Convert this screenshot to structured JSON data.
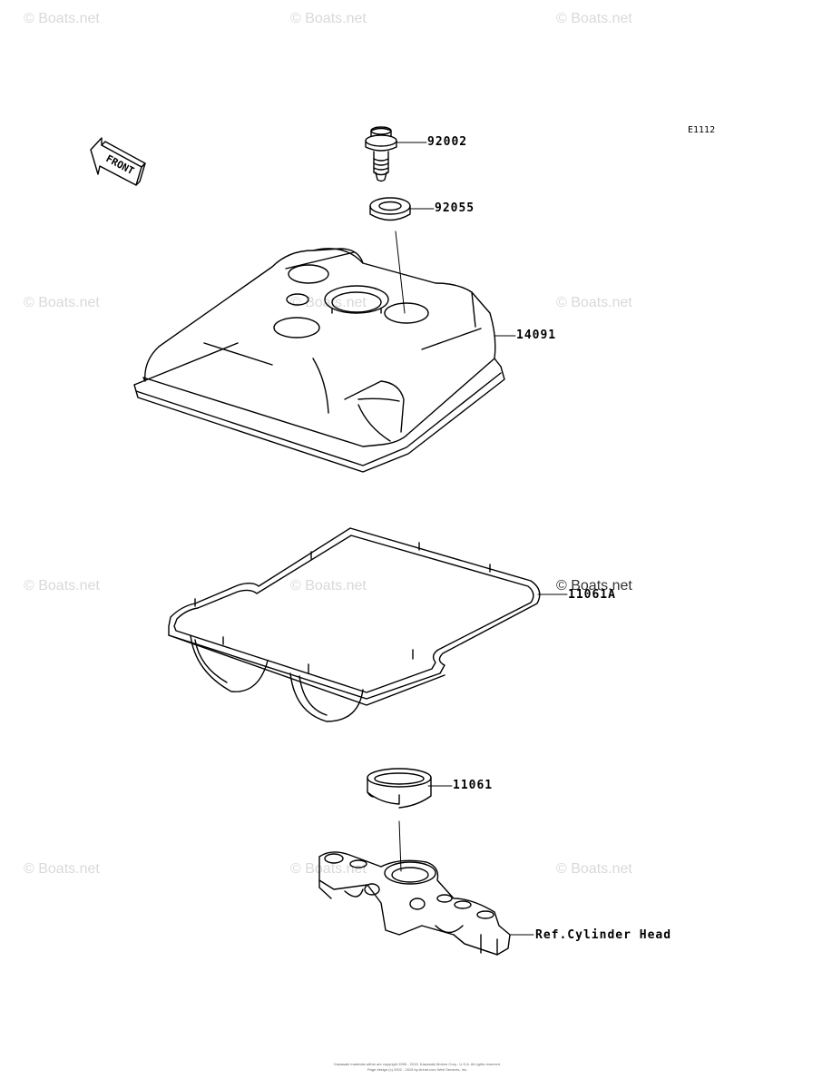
{
  "diagram_code": "E1112",
  "front_label": "FRONT",
  "watermark_text": "© Boats.net",
  "parts": [
    {
      "number": "92002"
    },
    {
      "number": "92055"
    },
    {
      "number": "14091"
    },
    {
      "number": "11061A"
    },
    {
      "number": "11061"
    },
    {
      "number": "Ref.Cylinder Head"
    }
  ],
  "footer": {
    "line1": "Kawasaki materials within are copyright 1995 - 2015, Kawasaki Motors Corp., U.S.A. All rights reserved.",
    "line2": "Page design (c) 2002 - 2015 by Arinet.com Web Services, Inc."
  }
}
